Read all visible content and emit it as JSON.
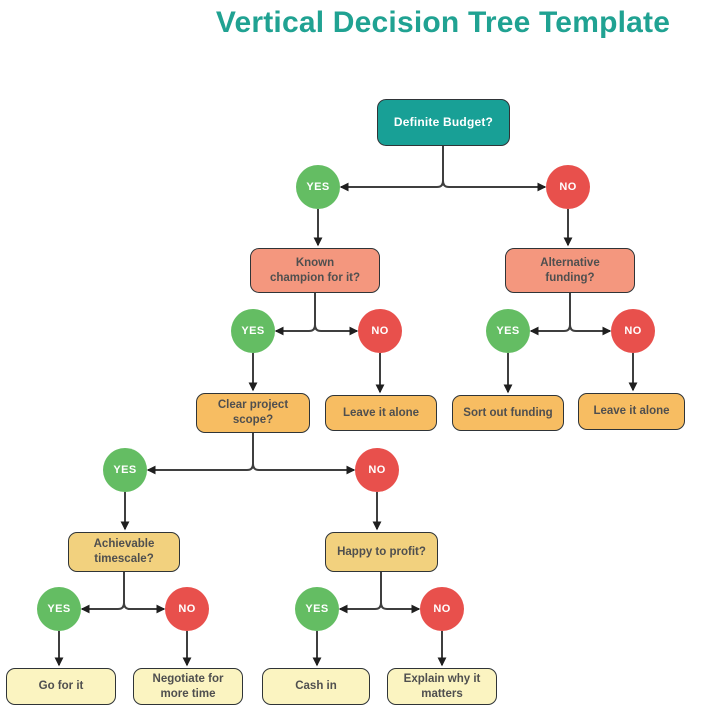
{
  "title": "Vertical Decision Tree Template",
  "branch_labels": {
    "yes": "YES",
    "no": "NO"
  },
  "nodes": {
    "root": "Definite Budget?",
    "known_champion": "Known\nchampion for it?",
    "alternative_funding": "Alternative\nfunding?",
    "clear_scope": "Clear project\nscope?",
    "leave_alone_left": "Leave it alone",
    "sort_funding": "Sort out funding",
    "leave_alone_right": "Leave it alone",
    "achievable": "Achievable\ntimescale?",
    "happy_profit": "Happy to profit?",
    "go_for_it": "Go for it",
    "negotiate": "Negotiate for\nmore time",
    "cash_in": "Cash in",
    "explain": "Explain why it\nmatters"
  },
  "colors": {
    "title_teal": "#20A292",
    "root_fill": "#18A096",
    "question_salmon": "#F4977E",
    "action_orange": "#F7BD62",
    "question_yellow": "#F2D17E",
    "outcome_pale_yellow": "#FBF4C1",
    "yes_green": "#64BD63",
    "no_red": "#E8504C",
    "connector": "#3F3F3F",
    "border": "#2F3437"
  }
}
